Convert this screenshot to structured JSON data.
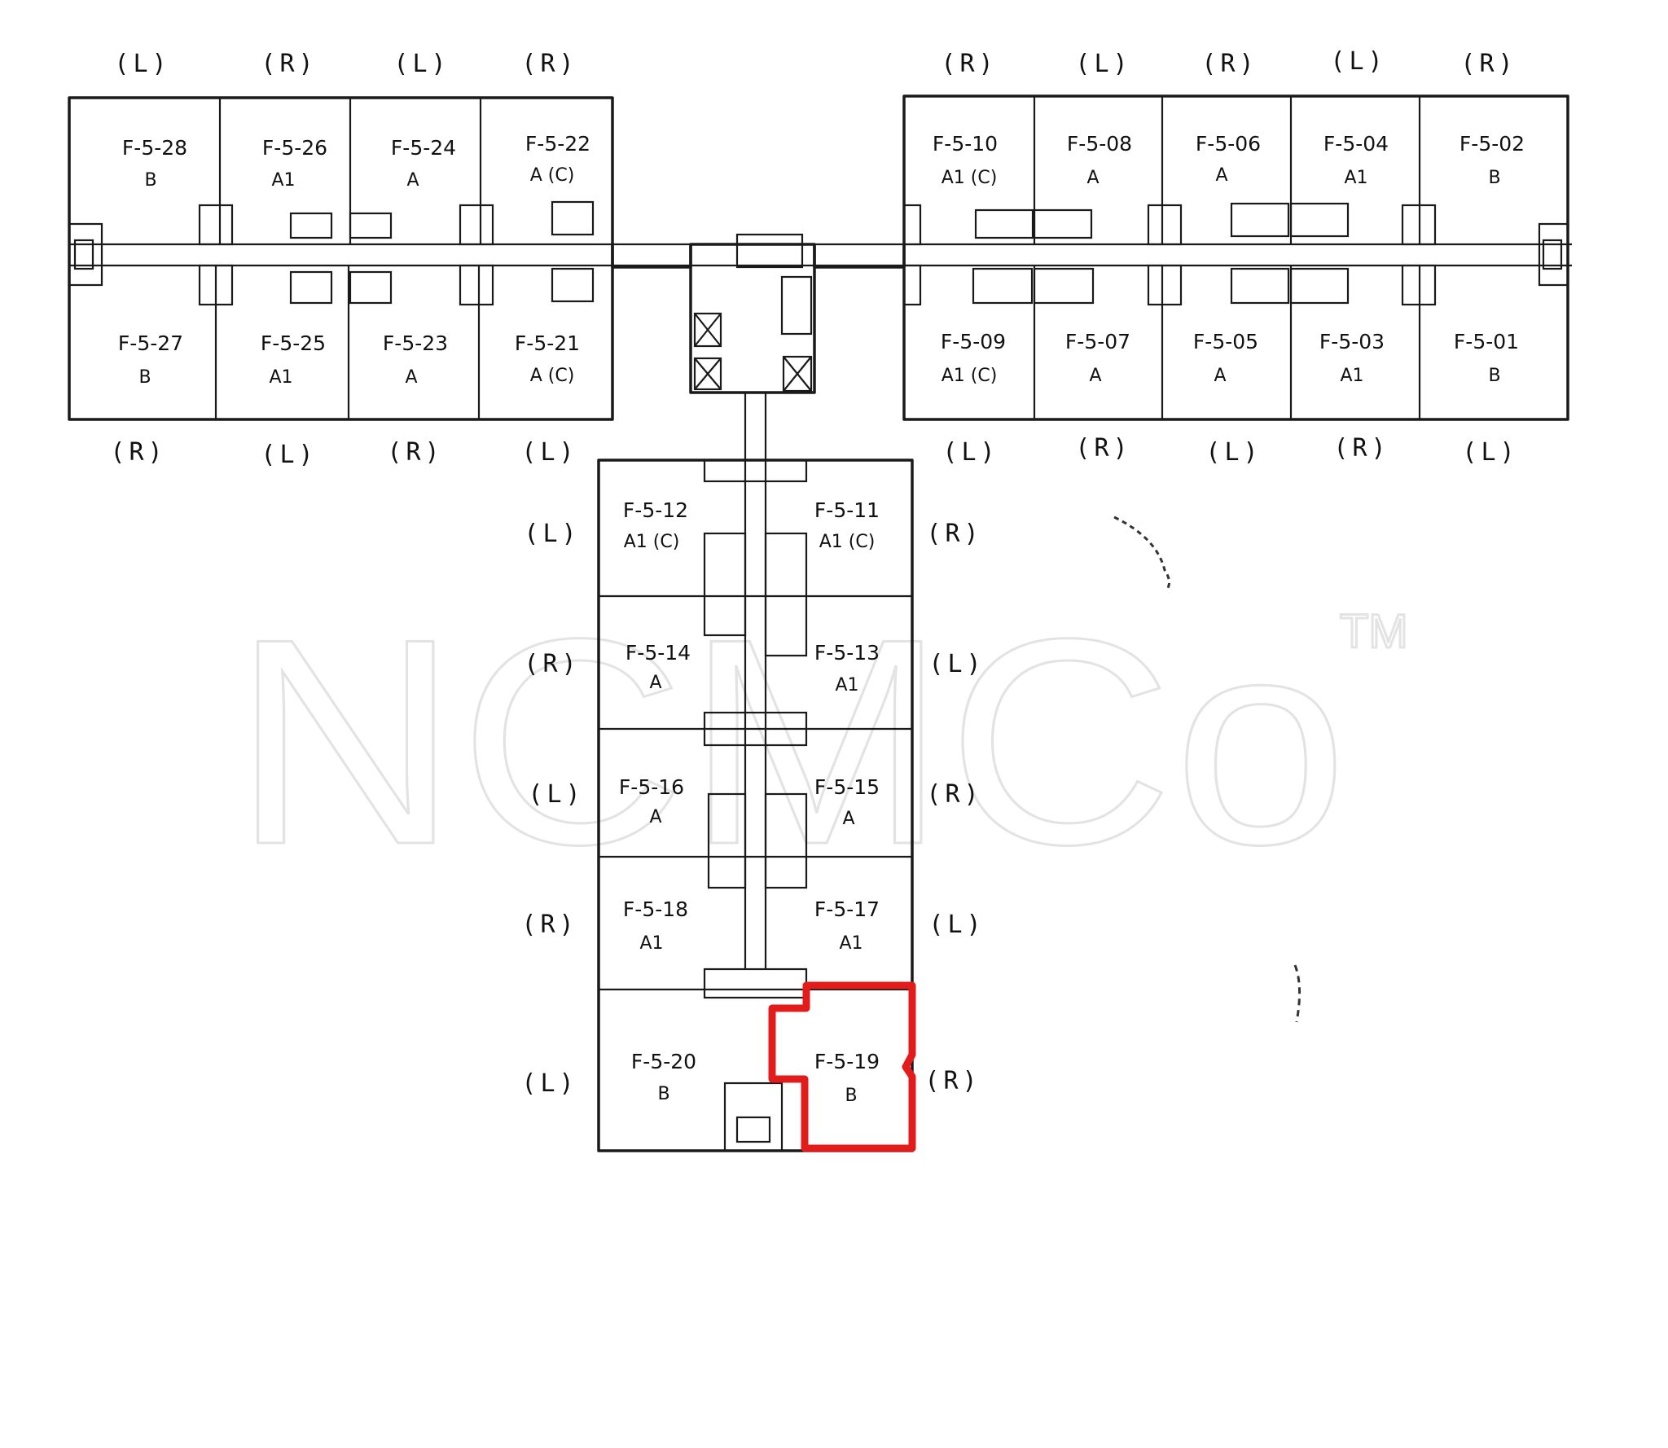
{
  "watermark": {
    "text": "NCMCo",
    "trademark": "TM"
  },
  "highlight_color": "#e21b1b",
  "highlighted_unit": "F-5-19",
  "units": [
    {
      "id": "F-5-28",
      "type": "B",
      "side": "(L)"
    },
    {
      "id": "F-5-26",
      "type": "A1",
      "side": "(R)"
    },
    {
      "id": "F-5-24",
      "type": "A",
      "side": "(L)"
    },
    {
      "id": "F-5-22",
      "type": "A (C)",
      "side": "(R)"
    },
    {
      "id": "F-5-27",
      "type": "B",
      "side": "(R)"
    },
    {
      "id": "F-5-25",
      "type": "A1",
      "side": "(L)"
    },
    {
      "id": "F-5-23",
      "type": "A",
      "side": "(R)"
    },
    {
      "id": "F-5-21",
      "type": "A (C)",
      "side": "(L)"
    },
    {
      "id": "F-5-10",
      "type": "A1 (C)",
      "side": "(R)"
    },
    {
      "id": "F-5-08",
      "type": "A",
      "side": "(L)"
    },
    {
      "id": "F-5-06",
      "type": "A",
      "side": "(R)"
    },
    {
      "id": "F-5-04",
      "type": "A1",
      "side": "(L)"
    },
    {
      "id": "F-5-02",
      "type": "B",
      "side": "(R)"
    },
    {
      "id": "F-5-09",
      "type": "A1 (C)",
      "side": "(L)"
    },
    {
      "id": "F-5-07",
      "type": "A",
      "side": "(R)"
    },
    {
      "id": "F-5-05",
      "type": "A",
      "side": "(L)"
    },
    {
      "id": "F-5-03",
      "type": "A1",
      "side": "(R)"
    },
    {
      "id": "F-5-01",
      "type": "B",
      "side": "(L)"
    },
    {
      "id": "F-5-12",
      "type": "A1 (C)",
      "side": "(L)"
    },
    {
      "id": "F-5-11",
      "type": "A1 (C)",
      "side": "(R)"
    },
    {
      "id": "F-5-14",
      "type": "A",
      "side": "(R)"
    },
    {
      "id": "F-5-13",
      "type": "A1",
      "side": "(L)"
    },
    {
      "id": "F-5-16",
      "type": "A",
      "side": "(L)"
    },
    {
      "id": "F-5-15",
      "type": "A",
      "side": "(R)"
    },
    {
      "id": "F-5-18",
      "type": "A1",
      "side": "(R)"
    },
    {
      "id": "F-5-17",
      "type": "A1",
      "side": "(L)"
    },
    {
      "id": "F-5-20",
      "type": "B",
      "side": "(L)"
    },
    {
      "id": "F-5-19",
      "type": "B",
      "side": "(R)"
    }
  ]
}
